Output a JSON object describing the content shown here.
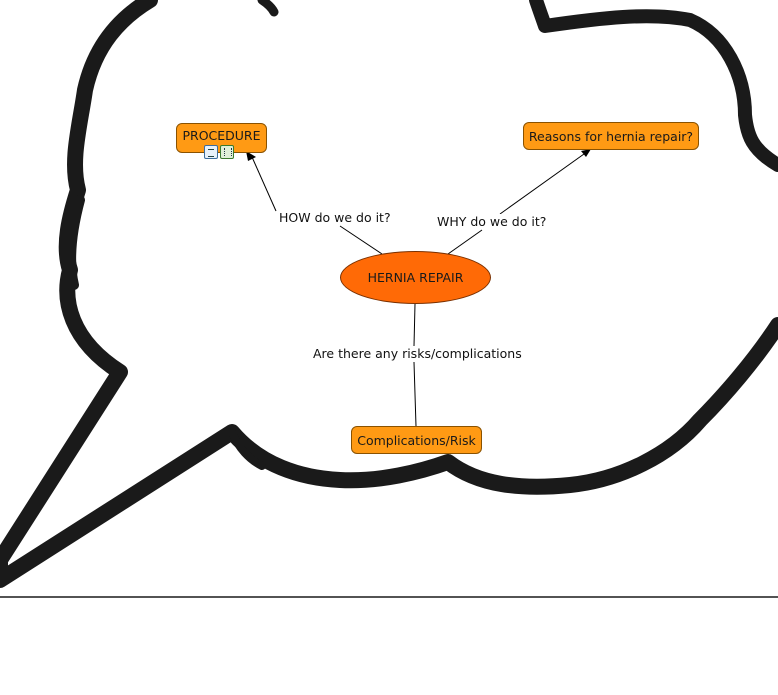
{
  "concept_map": {
    "center": {
      "label": "HERNIA REPAIR"
    },
    "nodes": {
      "procedure": {
        "label": "PROCEDURE"
      },
      "reasons": {
        "label": "Reasons for hernia repair?"
      },
      "complications": {
        "label": "Complications/Risk"
      }
    },
    "links": {
      "how": "HOW do we do it?",
      "why": "WHY do we do it?",
      "risks": "Are there any risks/complications"
    },
    "resource_icons": [
      "text-document-icon",
      "video-document-icon"
    ]
  },
  "colors": {
    "center_fill": "#ff6a06",
    "node_fill": "#ff9a14",
    "bubble_outline": "#1a1a1a",
    "line": "#000000"
  }
}
